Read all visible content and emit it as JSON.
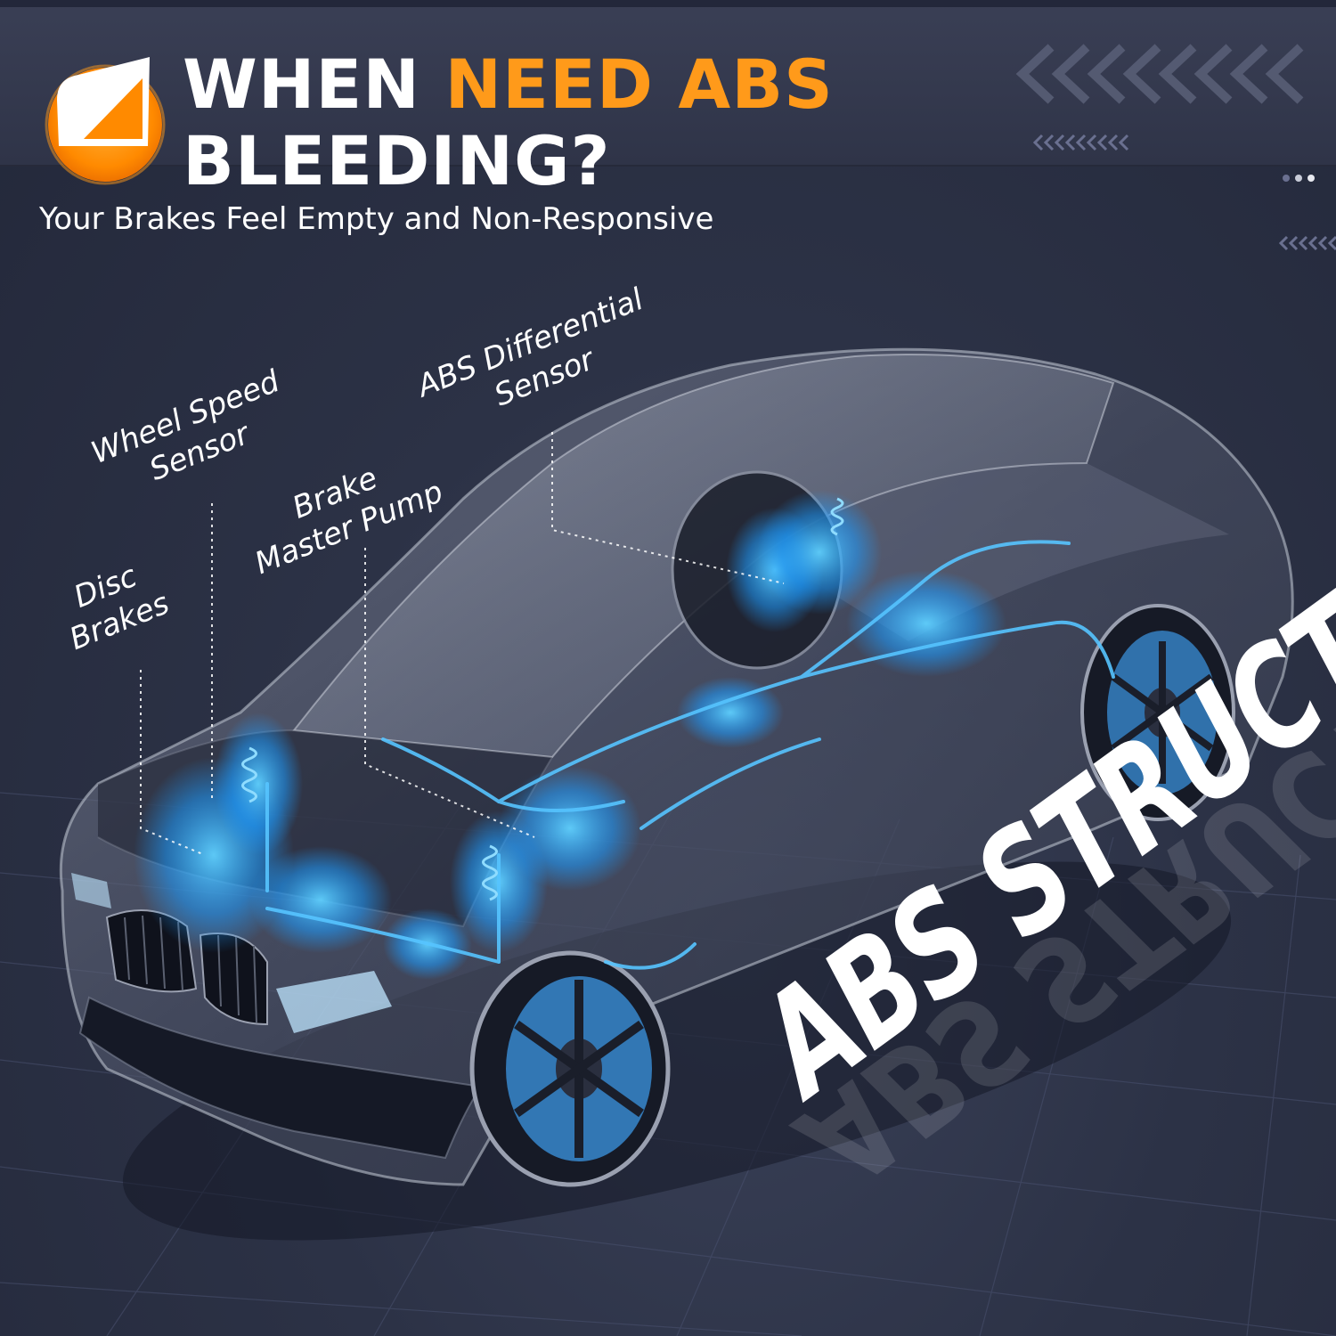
{
  "header": {
    "title_part1": "WHEN",
    "title_highlight": "NEED ABS",
    "title_line2": "BLEEDING?",
    "subtitle": "Your Brakes Feel Empty and Non-Responsive"
  },
  "callouts": {
    "disc_brakes_l1": "Disc",
    "disc_brakes_l2": "Brakes",
    "wheel_speed_l1": "Wheel Speed",
    "wheel_speed_l2": "Sensor",
    "master_pump_l1": "Brake",
    "master_pump_l2": "Master Pump",
    "abs_diff_l1": "ABS Differential",
    "abs_diff_l2": "Sensor"
  },
  "footer": {
    "abs_structure": "ABS STRUCTURE"
  },
  "colors": {
    "accent_orange": "#ff9a1a",
    "glow_blue": "#2fb6ff",
    "background": "#2c3246"
  },
  "icons": {
    "logo": "brand-logo-icon",
    "chevrons": "chevron-left-icon"
  }
}
